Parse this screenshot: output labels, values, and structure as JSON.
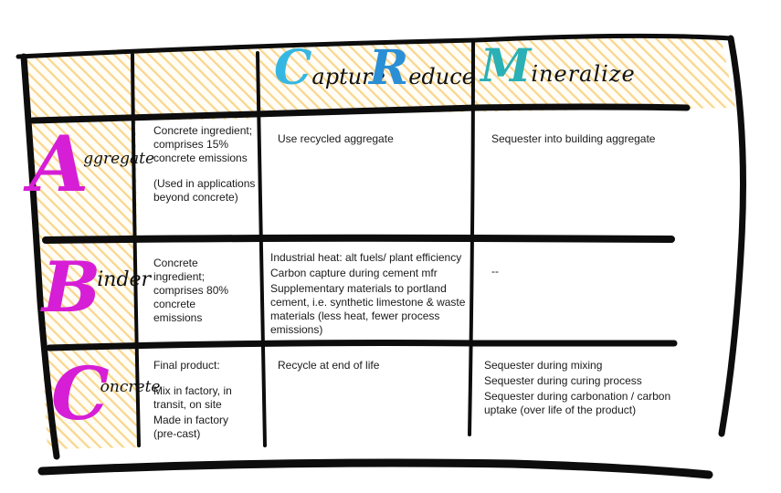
{
  "header": {
    "capture": {
      "initial": "C",
      "rest": "apture"
    },
    "reduce": {
      "initial": "R",
      "rest": "educe"
    },
    "mineralize": {
      "initial": "M",
      "rest": "ineralize"
    }
  },
  "rows": [
    {
      "label_initial": "A",
      "label_rest": "ggregate",
      "description": [
        "Concrete ingredient; comprises 15% concrete emissions",
        "(Used in applications beyond concrete)"
      ],
      "capture_reduce": [
        "Use recycled aggregate"
      ],
      "mineralize": [
        "Sequester into building aggregate"
      ]
    },
    {
      "label_initial": "B",
      "label_rest": "inder",
      "description": [
        "Concrete ingredient; comprises 80% concrete emissions"
      ],
      "capture_reduce": [
        "Industrial heat: alt fuels/ plant efficiency",
        "Carbon capture during cement mfr",
        "Supplementary materials to portland cement, i.e. synthetic limestone & waste materials (less heat, fewer process emissions)"
      ],
      "mineralize": [
        "--"
      ]
    },
    {
      "label_initial": "C",
      "label_rest": "oncrete",
      "description": [
        "Final product:",
        "Mix in factory, in transit, on site",
        "Made in factory (pre-cast)"
      ],
      "capture_reduce": [
        "Recycle at end of life"
      ],
      "mineralize": [
        "Sequester during mixing",
        "Sequester during curing process",
        "Sequester during carbonation / carbon uptake (over life of the product)"
      ]
    }
  ],
  "colors": {
    "hatch": "#f7c96a",
    "capture": "#36b7e3",
    "reduce": "#2b8fd6",
    "mineralize": "#2ab0b5",
    "row_label": "#d61ed6",
    "ink": "#0d0d0d"
  }
}
